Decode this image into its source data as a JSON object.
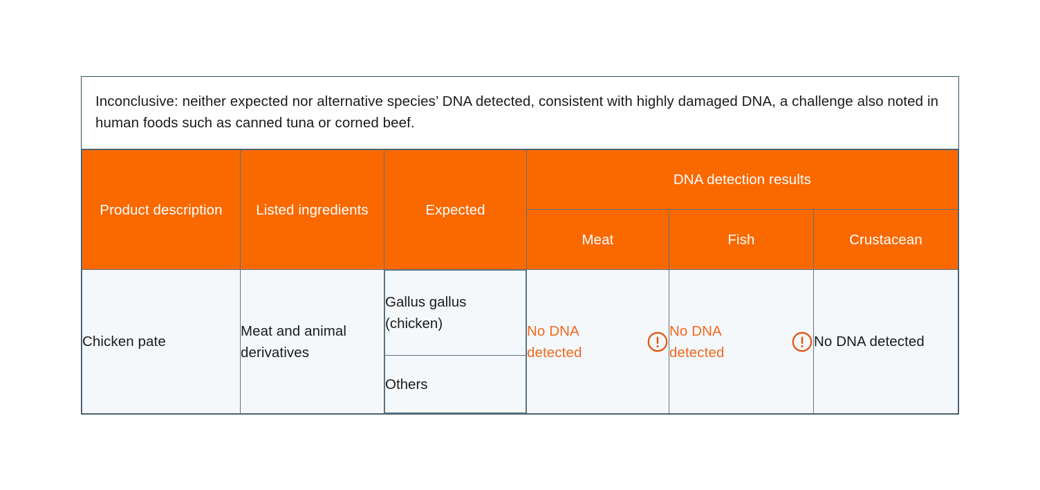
{
  "note": {
    "text": "Inconclusive: neither expected nor alternative species’ DNA detected, consistent with highly damaged DNA, a challenge also noted in human foods such as canned tuna or corned beef."
  },
  "colors": {
    "header_orange": "#fa6800",
    "alert_orange": "#f4671c",
    "cell_background": "#f4f8fb",
    "border": "#5d7280",
    "outer_border": "#36505e",
    "text_dark": "#1a1a1a",
    "header_text": "#ffffff"
  },
  "table": {
    "headers": {
      "product_description": "Product description",
      "listed_ingredients": "Listed ingredients",
      "expected": "Expected",
      "dna_detection_results": "DNA detection results",
      "meat": "Meat",
      "fish": "Fish",
      "crustacean": "Crustacean"
    },
    "rows": [
      {
        "product_description": "Chicken pate",
        "listed_ingredients": "Meat and animal derivatives",
        "expected_primary": "Gallus gallus (chicken)",
        "expected_secondary": "Others",
        "meat": {
          "value": "No DNA detected",
          "alert": true,
          "icon": "alert-circle-icon"
        },
        "fish": {
          "value": "No DNA detected",
          "alert": true,
          "icon": "alert-circle-icon"
        },
        "crustacean": {
          "value": "No DNA detected",
          "alert": false,
          "icon": ""
        }
      }
    ]
  }
}
